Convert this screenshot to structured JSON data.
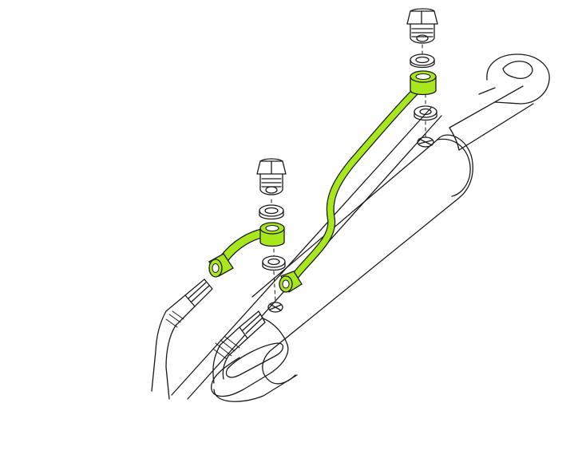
{
  "colors": {
    "background": "#ffffff",
    "line": "#1a1a1a",
    "highlight": "#a8e61d",
    "metal_fill": "#ffffff"
  },
  "parts": [
    {
      "name": "hydraulic-cylinder",
      "highlighted": false
    },
    {
      "name": "cylinder-eye-end",
      "highlighted": false
    },
    {
      "name": "banjo-bolt-upper",
      "highlighted": false
    },
    {
      "name": "banjo-bolt-lower",
      "highlighted": false
    },
    {
      "name": "sealing-washers",
      "highlighted": false
    },
    {
      "name": "rigid-pipe-long",
      "highlighted": true
    },
    {
      "name": "rigid-pipe-short",
      "highlighted": true
    },
    {
      "name": "flexible-hoses",
      "highlighted": false
    }
  ]
}
